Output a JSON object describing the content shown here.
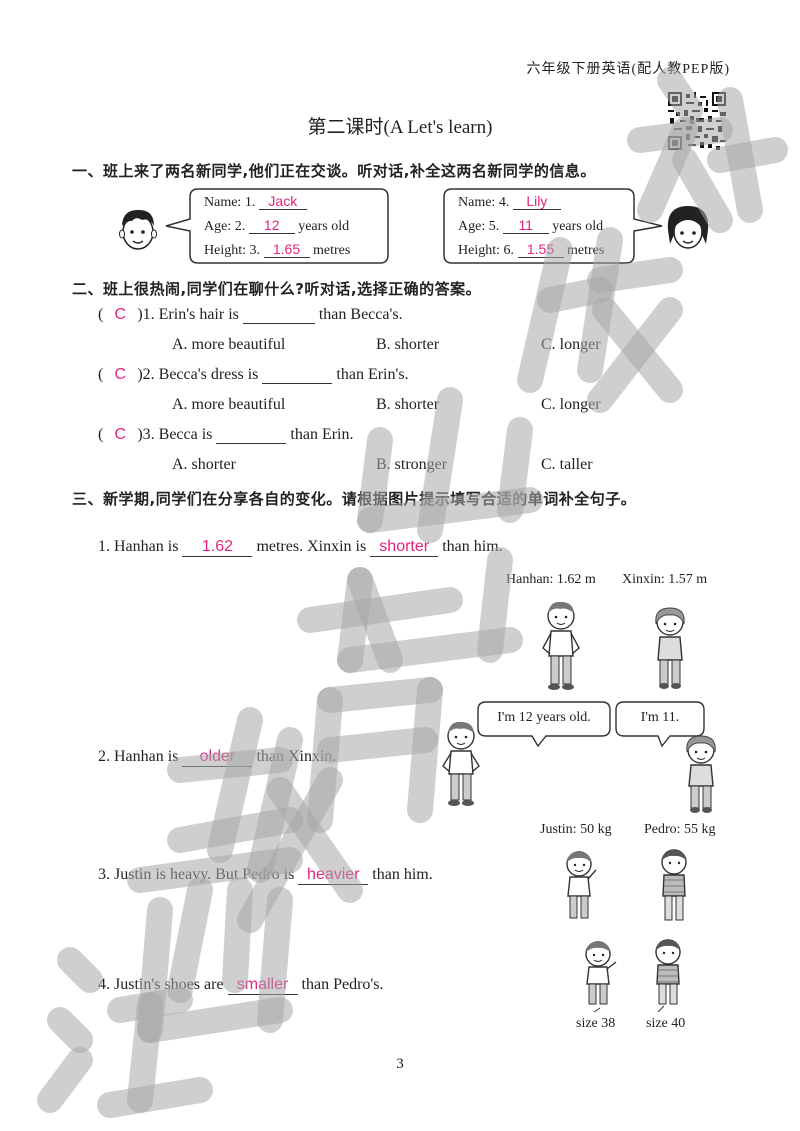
{
  "header": "六年级下册英语(配人教PEP版)",
  "title": "第二课时(A Let's learn)",
  "section1": {
    "heading": "一、班上来了两名新同学,他们正在交谈。听对话,补全这两名新同学的信息。",
    "left": {
      "name_label": "Name: 1.",
      "name": "Jack",
      "age_label": "Age: 2.",
      "age": "12",
      "age_unit": "years old",
      "height_label": "Height: 3.",
      "height": "1.65",
      "height_unit": "metres"
    },
    "right": {
      "name_label": "Name: 4.",
      "name": "Lily",
      "age_label": "Age: 5.",
      "age": "11",
      "age_unit": "years old",
      "height_label": "Height: 6.",
      "height": "1.55",
      "height_unit": "metres"
    }
  },
  "section2": {
    "heading": "二、班上很热闹,同学们在聊什么?听对话,选择正确的答案。",
    "questions": [
      {
        "answer": "C",
        "stem_a": ")1. Erin's hair is",
        "stem_b": "than Becca's.",
        "options": [
          "A. more beautiful",
          "B. shorter",
          "C. longer"
        ]
      },
      {
        "answer": "C",
        "stem_a": ")2. Becca's dress is",
        "stem_b": "than Erin's.",
        "options": [
          "A. more beautiful",
          "B. shorter",
          "C. longer"
        ]
      },
      {
        "answer": "C",
        "stem_a": ")3. Becca is",
        "stem_b": "than Erin.",
        "options": [
          "A. shorter",
          "B. stronger",
          "C. taller"
        ]
      }
    ]
  },
  "section3": {
    "heading": "三、新学期,同学们在分享各自的变化。请根据图片提示填写合适的单词补全句子。",
    "q1": {
      "a": "1. Hanhan is",
      "ans1": "1.62",
      "b": "metres. Xinxin is",
      "ans2": "shorter",
      "c": "than him."
    },
    "q1_labels": {
      "hanhan": "Hanhan: 1.62 m",
      "xinxin": "Xinxin: 1.57 m"
    },
    "q2": {
      "a": "2. Hanhan is",
      "ans": "older",
      "b": "than Xinxin."
    },
    "q2_bubbles": {
      "left": "I'm 12 years old.",
      "right": "I'm 11."
    },
    "q3_labels": {
      "justin": "Justin: 50 kg",
      "pedro": "Pedro: 55 kg"
    },
    "q3": {
      "a": "3. Justin is heavy. But Pedro is",
      "ans": "heavier",
      "b": "than him."
    },
    "q4": {
      "a": "4. Justin's shoes are",
      "ans": "smaller",
      "b": "than Pedro's."
    },
    "q4_labels": {
      "left": "size 38",
      "right": "size 40"
    }
  },
  "page_number": "3",
  "watermark": "江西教育出版社"
}
